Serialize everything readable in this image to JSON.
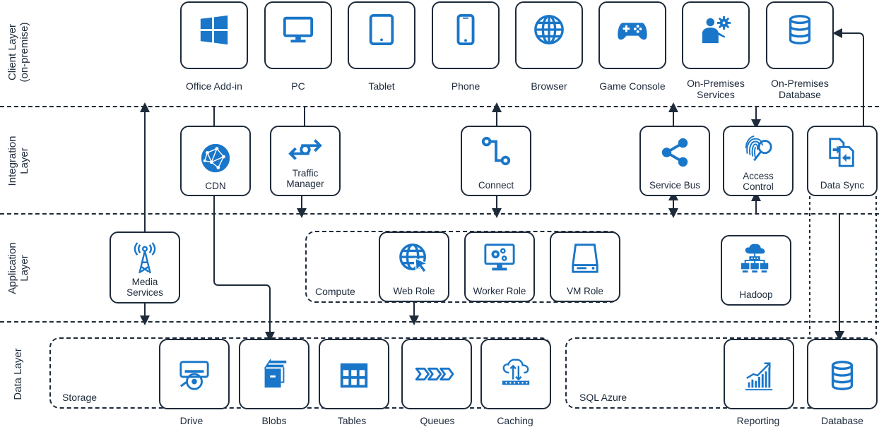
{
  "layers": {
    "client": "Client Layer\n(on-premise)",
    "integration": "Integration\nLayer",
    "application": "Application\nLayer",
    "data": "Data Layer"
  },
  "client_tiles": [
    {
      "label": "Office Add-in",
      "icon": "windows-icon"
    },
    {
      "label": "PC",
      "icon": "monitor-icon"
    },
    {
      "label": "Tablet",
      "icon": "tablet-icon"
    },
    {
      "label": "Phone",
      "icon": "phone-icon"
    },
    {
      "label": "Browser",
      "icon": "globe-icon"
    },
    {
      "label": "Game Console",
      "icon": "gamepad-icon"
    },
    {
      "label": "On-Premises\nServices",
      "icon": "person-gear-icon"
    },
    {
      "label": "On-Premises\nDatabase",
      "icon": "database-icon"
    }
  ],
  "integration_tiles": [
    {
      "label": "CDN",
      "icon": "network-globe-icon"
    },
    {
      "label": "Traffic\nManager",
      "icon": "traffic-arrows-icon"
    },
    {
      "label": "Connect",
      "icon": "connect-icon"
    },
    {
      "label": "Service Bus",
      "icon": "share-icon"
    },
    {
      "label": "Access\nControl",
      "icon": "fingerprint-search-icon"
    },
    {
      "label": "Data Sync",
      "icon": "document-sync-icon"
    }
  ],
  "application_tiles": [
    {
      "label": "Media\nServices",
      "icon": "antenna-icon"
    },
    {
      "label": "Web Role",
      "icon": "globe-cursor-icon"
    },
    {
      "label": "Worker Role",
      "icon": "monitor-gears-icon"
    },
    {
      "label": "VM Role",
      "icon": "drive-icon"
    },
    {
      "label": "Hadoop",
      "icon": "cloud-network-icon"
    }
  ],
  "compute_group_label": "Compute",
  "data_tiles": [
    {
      "label": "Drive",
      "icon": "disk-drive-icon"
    },
    {
      "label": "Blobs",
      "icon": "boxes-icon"
    },
    {
      "label": "Tables",
      "icon": "table-icon"
    },
    {
      "label": "Queues",
      "icon": "queue-icon"
    },
    {
      "label": "Caching",
      "icon": "cloud-cache-icon"
    },
    {
      "label": "Reporting",
      "icon": "bar-chart-icon"
    },
    {
      "label": "Database",
      "icon": "database-icon"
    }
  ],
  "storage_group_label": "Storage",
  "sql_group_label": "SQL Azure",
  "colors": {
    "icon_blue": "#1976c8",
    "line": "#1d2a3a"
  }
}
